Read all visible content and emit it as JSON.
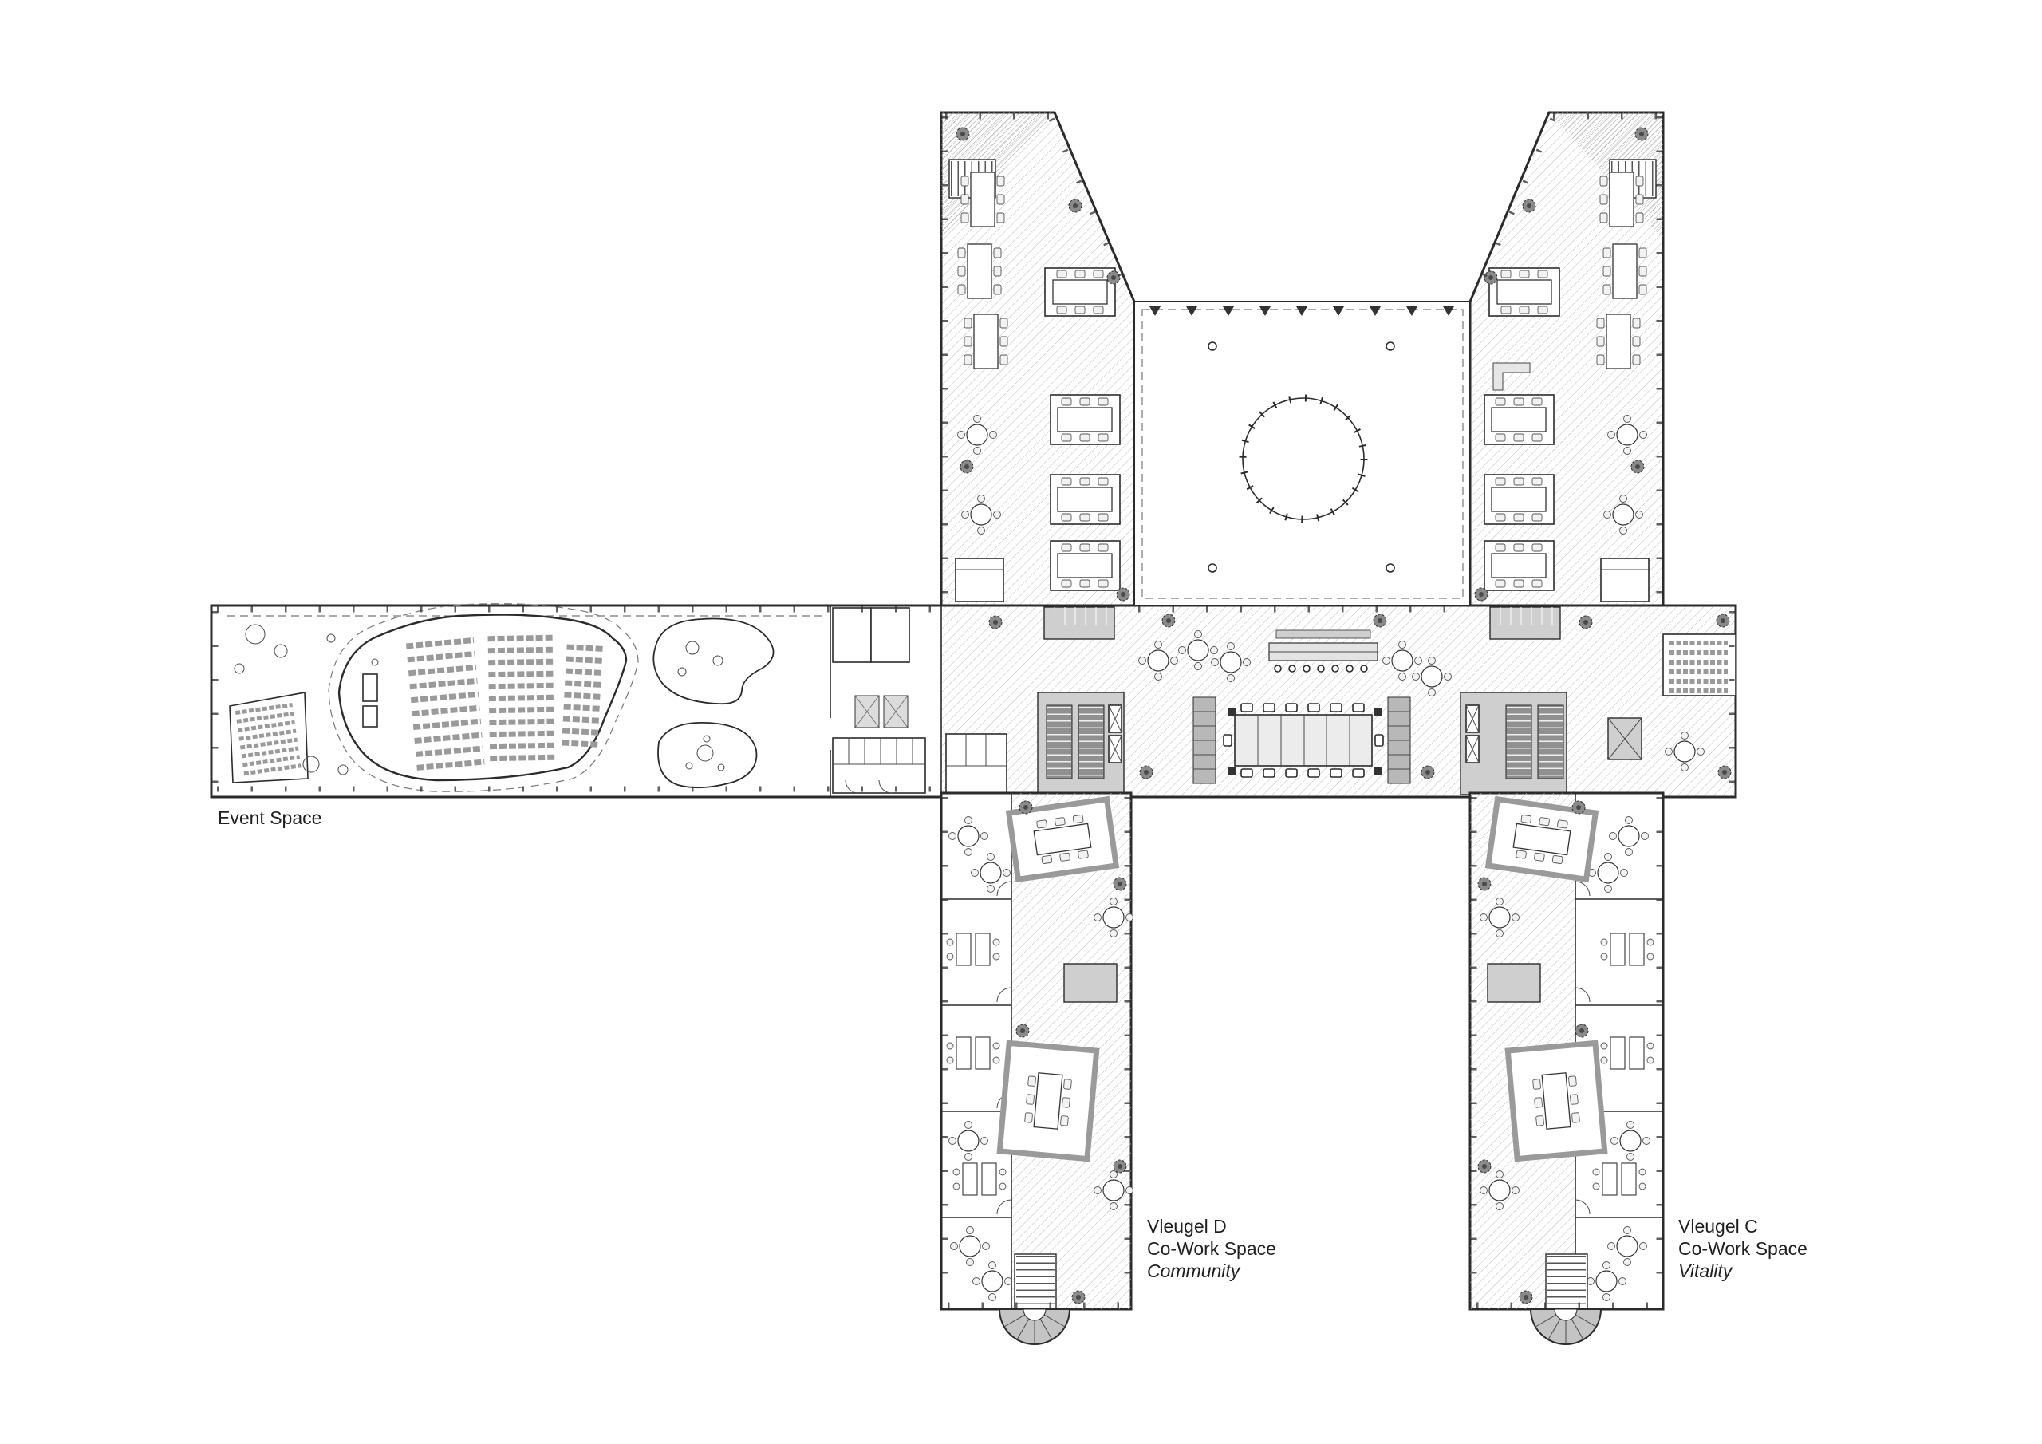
{
  "meta": {
    "type": "architectural-floor-plan",
    "background": "#ffffff"
  },
  "colors": {
    "line": "#2b2b2b",
    "hatch_light": "#b9b9b9",
    "hatch_dense": "#9b9b9b",
    "core_fill": "#cfcfcf",
    "shaft_fill": "#909090",
    "pod_wall": "#9a9a9a",
    "cabinet_fill": "#b8b8b8",
    "stair_fan_fill": "#c4c4c4"
  },
  "labels": {
    "event_space": "Event Space",
    "wing_d": {
      "name": "Vleugel  D",
      "type": "Co-Work Space",
      "theme": "Community"
    },
    "wing_c": {
      "name": "Vleugel  C",
      "type": "Co-Work Space",
      "theme": "Vitality"
    }
  }
}
